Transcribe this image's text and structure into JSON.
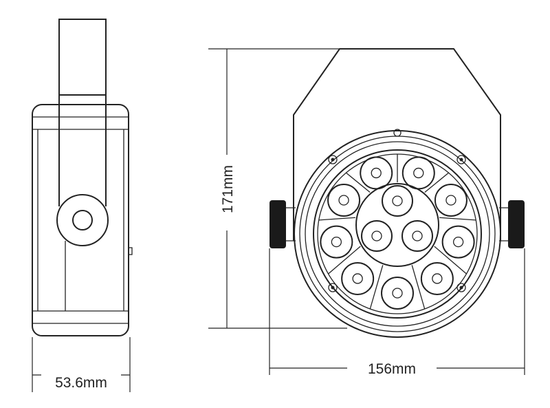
{
  "dimensions": {
    "depth_label": "53.6mm",
    "height_label": "171mm",
    "width_label": "156mm"
  },
  "colors": {
    "line": "#222222",
    "knob": "#1a1a1a"
  }
}
